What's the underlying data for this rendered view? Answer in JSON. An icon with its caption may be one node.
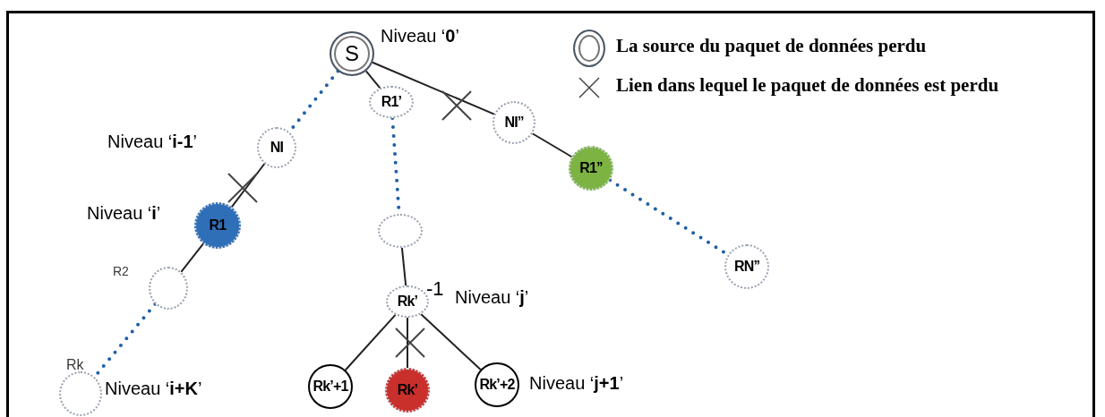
{
  "diagram": {
    "nodes": [
      {
        "text": [
          "S"
        ]
      },
      {
        "text": [
          "R1’"
        ]
      },
      {
        "text": [
          "NI’’"
        ]
      },
      {
        "text": [
          "NI"
        ]
      },
      {
        "text": [
          "R1’’"
        ]
      },
      {
        "text": [
          "R1"
        ]
      },
      {
        "text": [],
        "shape": "circle"
      },
      {
        "text": [],
        "shape": "circle",
        "beside": [
          "R2"
        ]
      },
      {
        "text": [
          "RN’’"
        ]
      },
      {
        "text": [
          "Rk’"
        ],
        "beside": [
          "-1"
        ]
      },
      {
        "text": [],
        "shape": "circle",
        "beside": [
          "Rk"
        ]
      },
      {
        "text": [
          "Rk’+1"
        ]
      },
      {
        "text": [
          "Rk’"
        ]
      },
      {
        "text": [
          "Rk’+2"
        ]
      }
    ],
    "edges": [
      {
        "from": 0,
        "to": 1,
        "arrow": "none"
      },
      {
        "from": 0,
        "to": 2,
        "arrow": "none"
      },
      {
        "from": 0,
        "to": 3,
        "arrow": "none",
        "style": "dashed",
        "color": "#1f5fa8"
      },
      {
        "from": 1,
        "to": 6,
        "arrow": "none",
        "style": "dashed",
        "color": "#1f5fa8"
      },
      {
        "from": 2,
        "to": 4,
        "arrow": "none"
      },
      {
        "from": 3,
        "to": 5,
        "arrow": "none"
      },
      {
        "from": 4,
        "to": 8,
        "arrow": "none",
        "style": "dashed",
        "color": "#1f5fa8"
      },
      {
        "from": 5,
        "to": 7,
        "arrow": "none"
      },
      {
        "from": 7,
        "to": 10,
        "arrow": "none",
        "style": "dashed",
        "color": "#1f5fa8"
      },
      {
        "from": 6,
        "to": 9,
        "arrow": "none"
      },
      {
        "from": 9,
        "to": 11,
        "arrow": "none"
      },
      {
        "from": 9,
        "to": 12,
        "arrow": "none"
      },
      {
        "from": 9,
        "to": 13,
        "arrow": "none"
      }
    ],
    "labels": [
      "Niveau ‘**0**’",
      "Niveau ‘**i-1**’",
      "Niveau ‘**i**’",
      "Niveau ‘**j**’",
      "Niveau ‘**i+K**’",
      "Niveau ‘**j+1**’"
    ],
    "legend": [
      {
        "text": "La source du paquet de données perdu"
      },
      {
        "text": "Lien dans lequel le paquet de données est perdu"
      }
    ]
  }
}
